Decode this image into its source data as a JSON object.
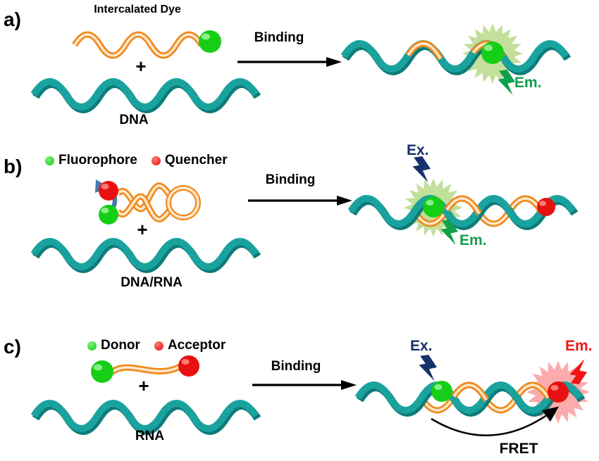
{
  "colors": {
    "dna_teal": "#1AA39E",
    "dna_teal_dark": "#0C7B79",
    "probe_orange": "#F08A1E",
    "fluorophore_green": "#17CE17",
    "quencher_red": "#E81111",
    "excitation_navy": "#16316B",
    "emission_green": "#0FA04C",
    "emission_red": "#F01414",
    "glow_green": "#C2DF9B",
    "glow_pink": "#FBABAB",
    "refresh_arrow_blue": "#4B79A9"
  },
  "panels": {
    "a": {
      "label": "a)",
      "title": "Intercalated Dye",
      "plus": "+",
      "substrate_label": "DNA",
      "binding_label": "Binding",
      "emission_label": "Em."
    },
    "b": {
      "label": "b)",
      "legend": {
        "fluorophore": "Fluorophore",
        "quencher": "Quencher"
      },
      "plus": "+",
      "substrate_label": "DNA/RNA",
      "binding_label": "Binding",
      "excitation_label": "Ex.",
      "emission_label": "Em."
    },
    "c": {
      "label": "c)",
      "legend": {
        "donor": "Donor",
        "acceptor": "Acceptor"
      },
      "plus": "+",
      "substrate_label": "RNA",
      "binding_label": "Binding",
      "excitation_label": "Ex.",
      "emission_label": "Em.",
      "fret_label": "FRET"
    }
  }
}
